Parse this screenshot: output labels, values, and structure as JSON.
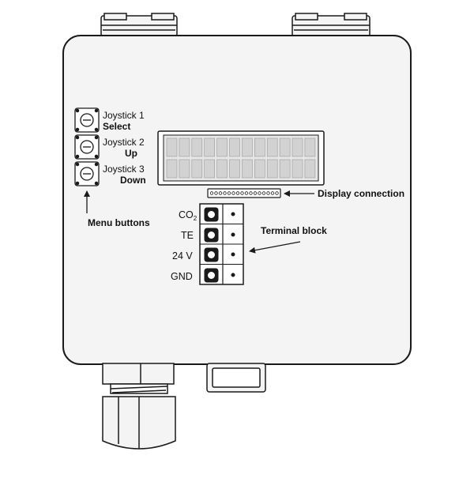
{
  "joysticks": [
    {
      "name": "Joystick 1",
      "function": "Select"
    },
    {
      "name": "Joystick 2",
      "function": "Up"
    },
    {
      "name": "Joystick 3",
      "function": "Down"
    }
  ],
  "callouts": {
    "menu_buttons": "Menu buttons",
    "display_connection": "Display connection",
    "terminal_block": "Terminal block"
  },
  "terminals": {
    "co2_base": "CO",
    "co2_sub": "2",
    "te": "TE",
    "v24": "24 V",
    "gnd": "GND"
  },
  "colors": {
    "stroke": "#1a1a1a",
    "enclosure_fill": "#f4f4f4",
    "lcd_fill": "#e6e6e6",
    "lcd_cell": "#d2d2d2"
  }
}
